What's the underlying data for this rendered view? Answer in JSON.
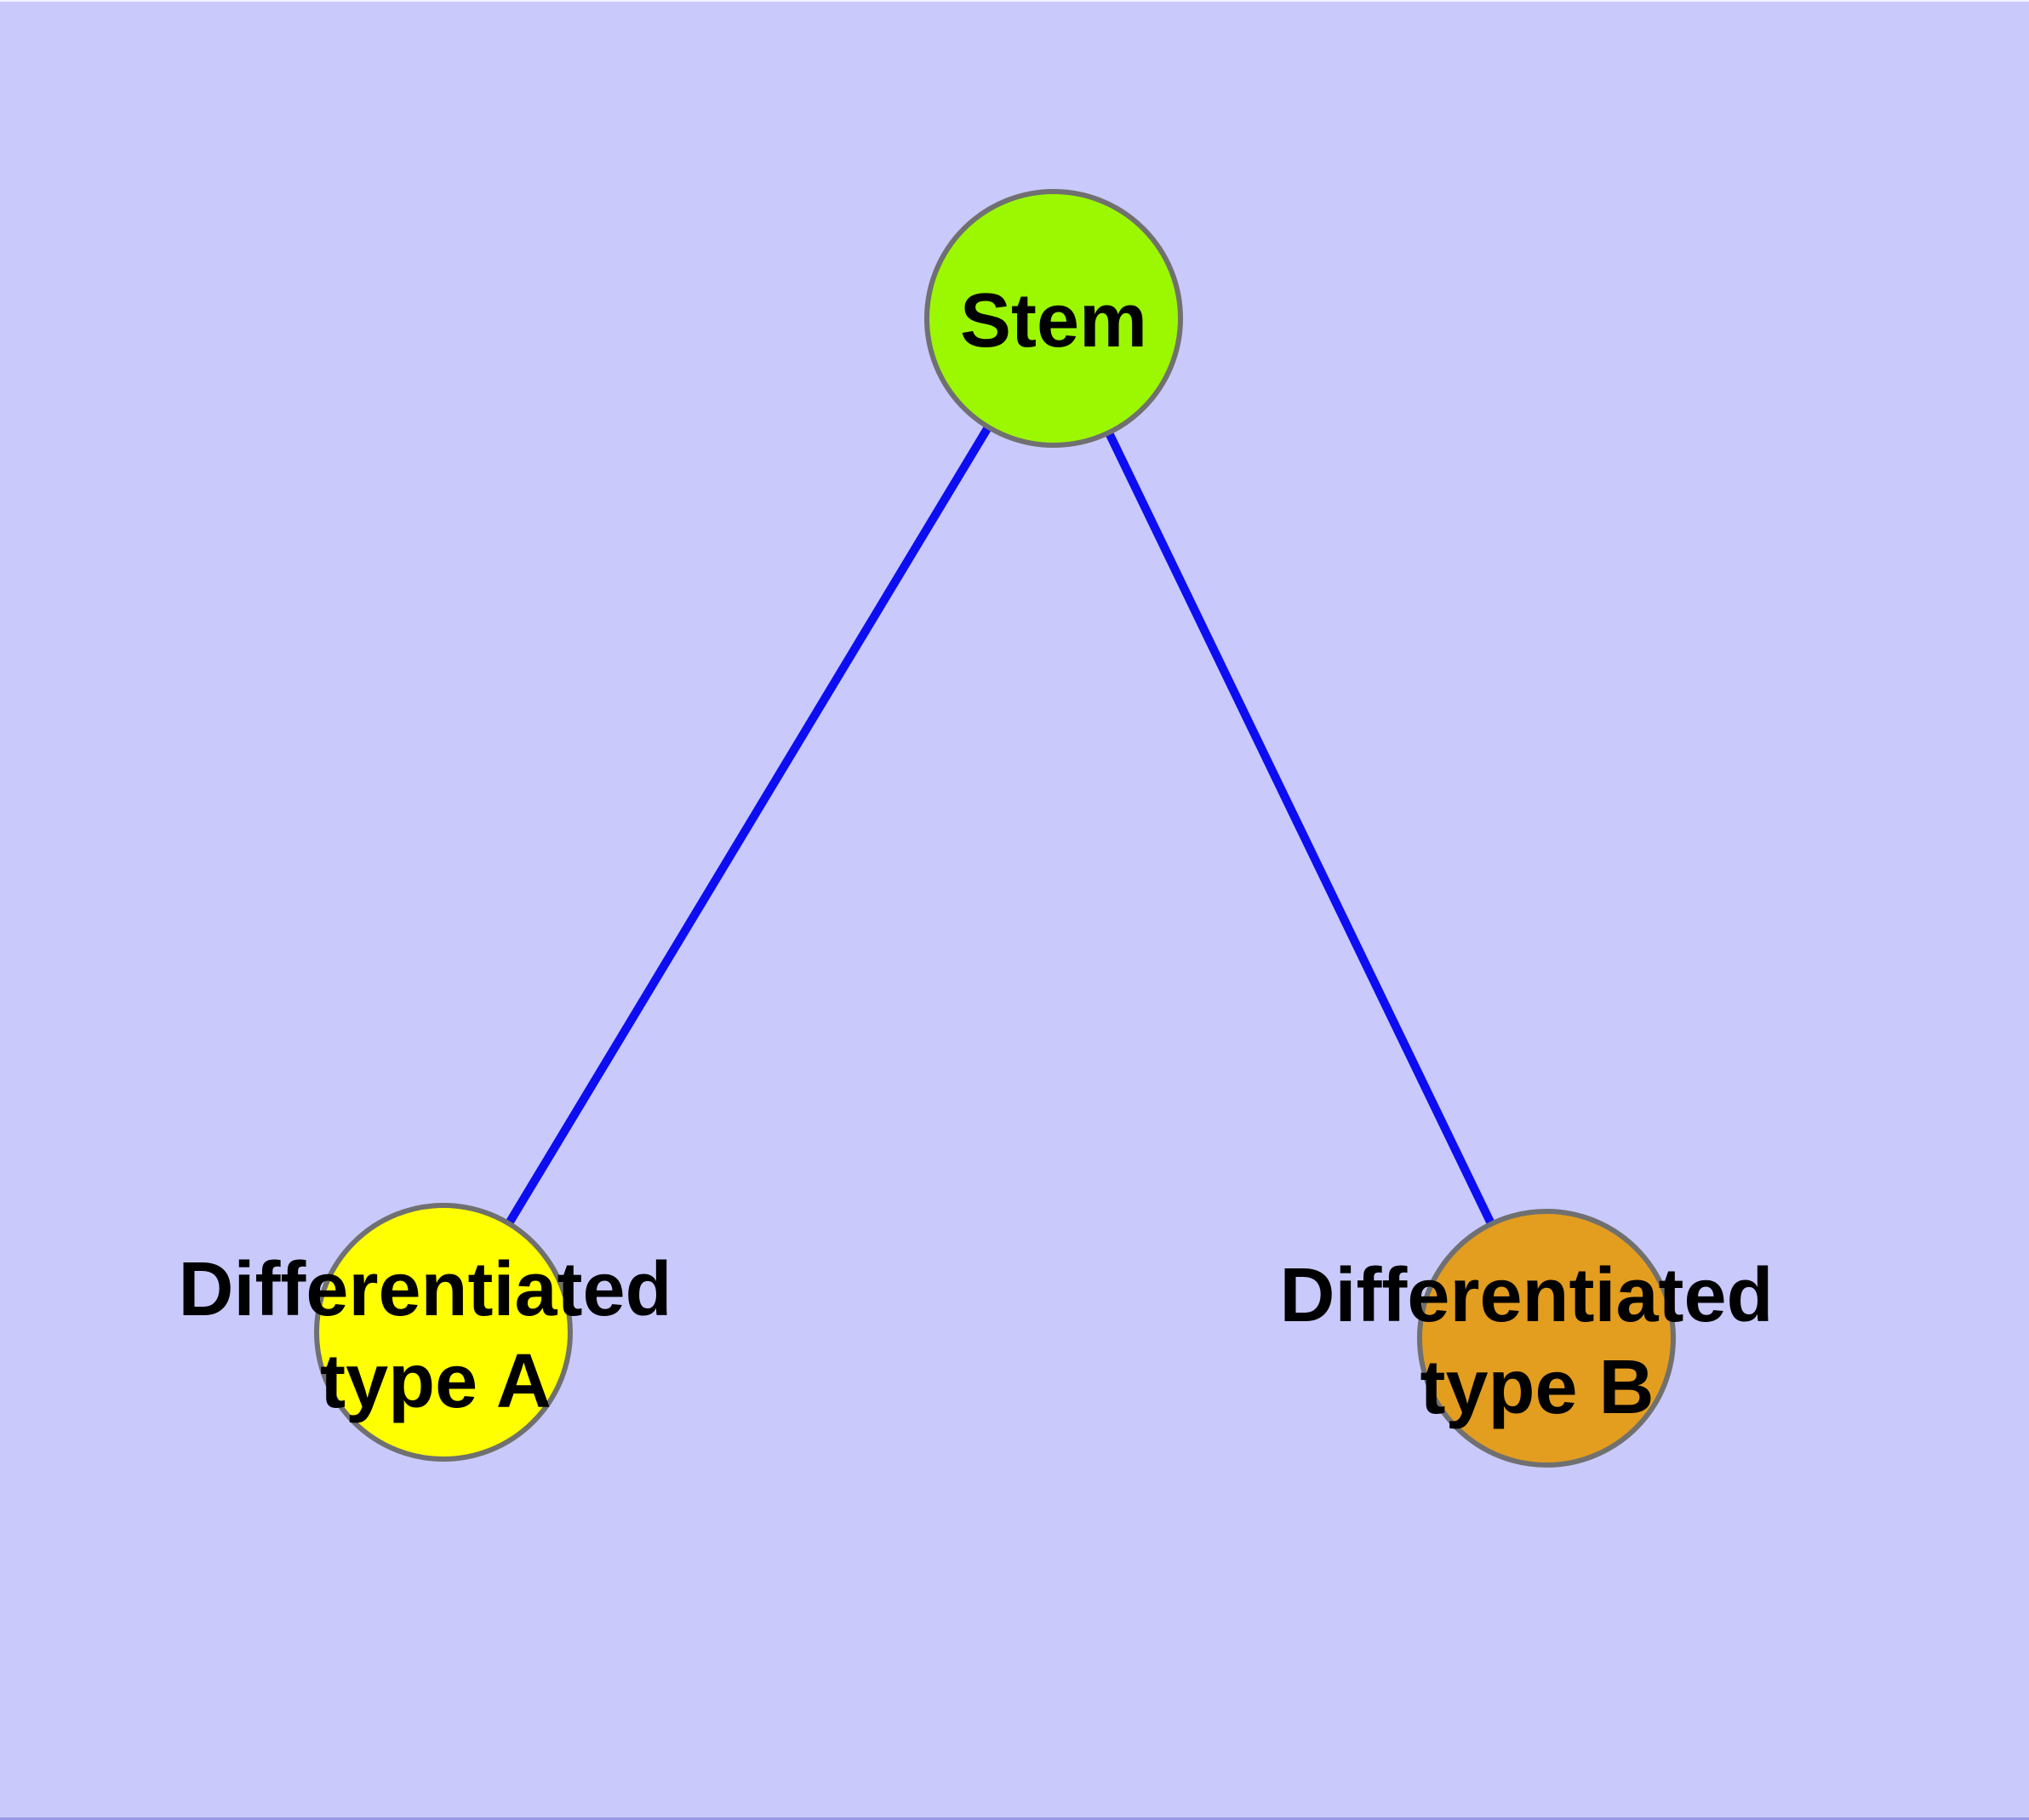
{
  "diagram": {
    "type": "node-link-graph",
    "background_color": "#C9C9FB",
    "edge_color": "#0D0DF2",
    "node_border_color": "#707070",
    "label_color": "#000000",
    "nodes": [
      {
        "id": "stem",
        "label": "Stem",
        "lines": [
          "Stem"
        ],
        "fill": "#9BF800"
      },
      {
        "id": "differentiated-type-a",
        "label": "Differentiated type A",
        "lines": [
          "Differentiated",
          "type A"
        ],
        "fill": "#FFFF00"
      },
      {
        "id": "differentiated-type-b",
        "label": "Differentiated type B",
        "lines": [
          "Differentiated",
          "type B"
        ],
        "fill": "#E39D1F"
      }
    ],
    "edges": [
      {
        "from": "stem",
        "to": "differentiated-type-a"
      },
      {
        "from": "stem",
        "to": "differentiated-type-b"
      }
    ]
  }
}
